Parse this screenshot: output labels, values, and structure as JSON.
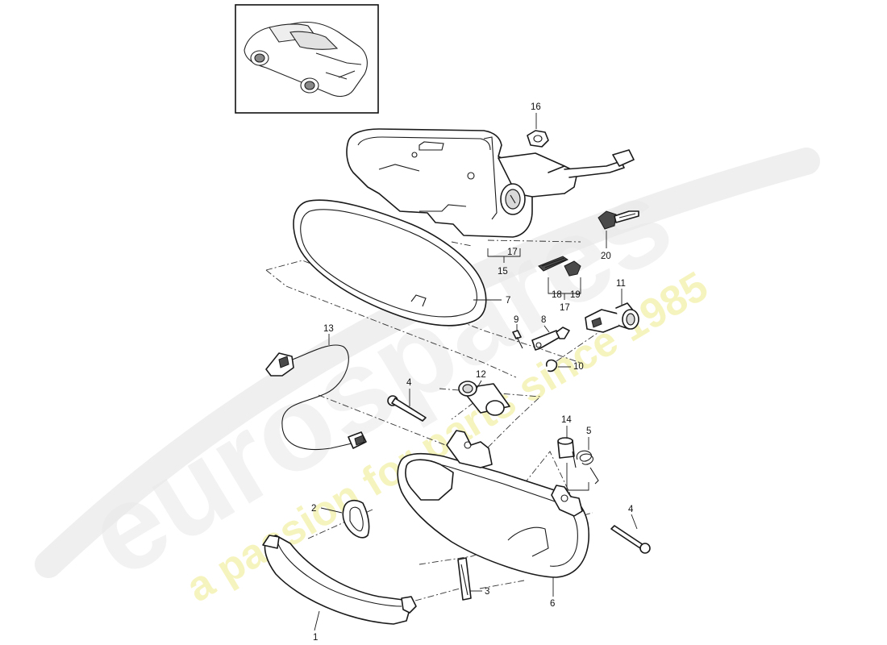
{
  "watermark": {
    "brand": "eurospares",
    "tagline": "a passion for parts since 1985"
  },
  "thumbnail": {
    "icon": "car-thumbnail-icon"
  },
  "callouts": {
    "c1": "1",
    "c2": "2",
    "c3": "3",
    "c4a": "4",
    "c4b": "4",
    "c5": "5",
    "c6": "6",
    "c7": "7",
    "c8": "8",
    "c9": "9",
    "c10": "10",
    "c11": "11",
    "c12": "12",
    "c13": "13",
    "c14": "14",
    "c15": "15",
    "c16": "16",
    "c17a": "17",
    "c17b": "17",
    "c18": "18",
    "c19": "19",
    "c20": "20"
  },
  "colors": {
    "line": "#1a1a1a",
    "watermark_grey": "#e6e6e6",
    "watermark_yellow": "#f3f0a8"
  }
}
